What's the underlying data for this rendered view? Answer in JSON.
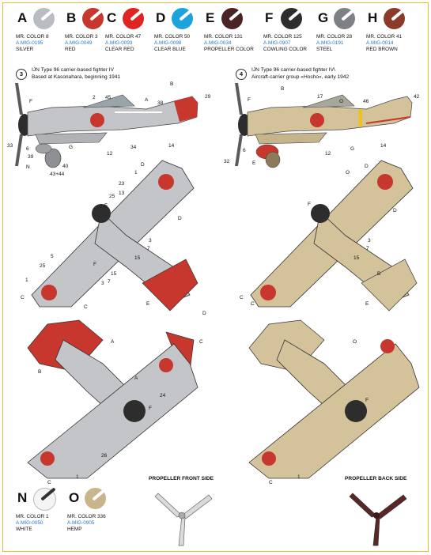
{
  "colors": [
    {
      "letter": "A",
      "name": "MR. COLOR 8",
      "code": "A.MIG-0195",
      "desc": "SILVER",
      "hex": "#b9bcc0"
    },
    {
      "letter": "B",
      "name": "MR. COLOR 3",
      "code": "A.MIG-0049",
      "desc": "RED",
      "hex": "#c7372e"
    },
    {
      "letter": "C",
      "name": "MR. COLOR 47",
      "code": "A.MIG-0093",
      "desc": "CLEAR RED",
      "hex": "#e02323"
    },
    {
      "letter": "D",
      "name": "MR. COLOR 50",
      "code": "A.MIG-0098",
      "desc": "CLEAR BLUE",
      "hex": "#1ca3dc"
    },
    {
      "letter": "E",
      "name": "MR. COLOR 131",
      "code": "A.MIG-0034",
      "desc": "PROPELLER COLOR",
      "hex": "#4a2323"
    },
    {
      "letter": "F",
      "name": "MR. COLOR 125",
      "code": "A.MIG-0907",
      "desc": "COWLING COLOR",
      "hex": "#2d2d2d"
    },
    {
      "letter": "G",
      "name": "MR. COLOR 28",
      "code": "A.MIG-0191",
      "desc": "STEEL",
      "hex": "#7d8084"
    },
    {
      "letter": "H",
      "name": "MR. COLOR 41",
      "code": "A.MIG-0014",
      "desc": "RED BROWN",
      "hex": "#8a3b2a"
    },
    {
      "letter": "N",
      "name": "MR. COLOR 1",
      "code": "A.MIG-0050",
      "desc": "WHITE",
      "hex": "#f4f4f4"
    },
    {
      "letter": "O",
      "name": "MR. COLOR 336",
      "code": "A.MIG-0905",
      "desc": "HEMP",
      "hex": "#c9b48d"
    }
  ],
  "scheme3": {
    "num": "3",
    "line1": "IJN Type 96 carrier-based fighter IV",
    "line2": "Based at Kasonahara, beginning 1941",
    "fuselage": "#c3c5c8",
    "panel": "#8e9094"
  },
  "scheme4": {
    "num": "4",
    "line1": "IJN Type 96 carrier-based fighter IV\\",
    "line2": "Aircraft-carrier group «Hosho», early 1942",
    "fuselage": "#d3c29a",
    "panel": "#8c7b5a"
  },
  "profile3_labels": [
    "2",
    "45",
    "A",
    "38",
    "29",
    "B",
    "F",
    "33",
    "6",
    "39",
    "40",
    "N",
    "43+44",
    "G",
    "12",
    "34",
    "14"
  ],
  "profile4_labels": [
    "B",
    "17",
    "O",
    "46",
    "42",
    "F",
    "32",
    "6",
    "E",
    "12",
    "14",
    "G"
  ],
  "top3_labels": [
    "D",
    "1",
    "23",
    "13",
    "25",
    "F",
    "D",
    "3",
    "7",
    "15",
    "5",
    "25",
    "1",
    "C",
    "F",
    "15",
    "7",
    "3",
    "C",
    "E",
    "D"
  ],
  "top4_labels": [
    "O",
    "D",
    "F",
    "D",
    "3",
    "7",
    "15",
    "B",
    "C",
    "C",
    "E"
  ],
  "bottom3_labels": [
    "A",
    "B",
    "C",
    "A",
    "F",
    "24",
    "26",
    "1",
    "C"
  ],
  "bottom4_labels": [
    "O",
    "F",
    "1",
    "C"
  ],
  "propellers": {
    "front": "PROPELLER FRONT SIDE",
    "back": "PROPELLER BACK SIDE"
  }
}
